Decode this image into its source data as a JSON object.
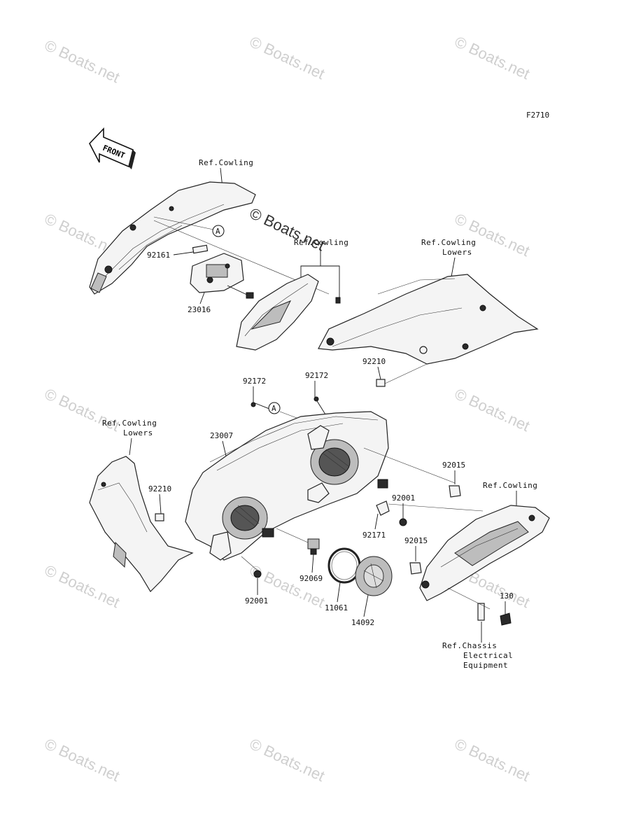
{
  "diagram": {
    "figure_code": "F2710",
    "front_arrow_label": "FRONT",
    "circle_marker": "A",
    "watermark": "© Boats.net",
    "labels": {
      "ref_cowling_top": "Ref.Cowling",
      "ref_cowling_mid": "Ref.Cowling",
      "ref_cowling_lowers_right_1": "Ref.Cowling",
      "ref_cowling_lowers_right_2": "Lowers",
      "ref_cowling_lowers_left_1": "Ref.Cowling",
      "ref_cowling_lowers_left_2": "Lowers",
      "ref_cowling_right": "Ref.Cowling",
      "ref_chassis_1": "Ref.Chassis",
      "ref_chassis_2": "Electrical",
      "ref_chassis_3": "Equipment",
      "p92161": "92161",
      "p23016": "23016",
      "p92210_a": "92210",
      "p92210_b": "92210",
      "p92172_a": "92172",
      "p92172_b": "92172",
      "p23007": "23007",
      "p92015_a": "92015",
      "p92015_b": "92015",
      "p92001_a": "92001",
      "p92001_b": "92001",
      "p92171": "92171",
      "p92069": "92069",
      "p11061": "11061",
      "p14092": "14092",
      "p130": "130"
    }
  }
}
